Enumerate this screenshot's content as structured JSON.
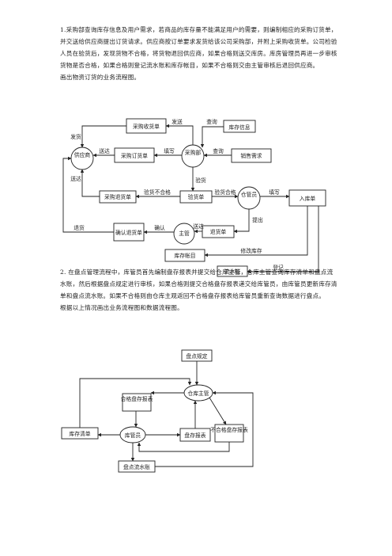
{
  "section1": {
    "paragraph": "1.采购部查询库存信息及用户需求，若商品的库存量不能满足用户的需要，则编制相应的采购订货单，并交送给供应商提出订货请求。供应商按订单要求发货给该公司采购部，并附上采购收货单。公司检验人员在验货后，发现货物不合格，将货物退回供应商，如果合格则送交库房。库房管理员再进一步审核货物是否合格，如果合格则登记流水账和库存帐目，如果不合格则交由主管审核后退回供应商。",
    "caption": "画出物资订货的业务流程图。"
  },
  "diagram1": {
    "entities": {
      "supplier": "供应商",
      "purchasing": "采购部",
      "warehouse_keeper": "仓管员",
      "supervisor": "主管"
    },
    "documents": {
      "receipt": "采购收货单",
      "order": "采购订货单",
      "return_form": "采购退货单",
      "inspection": "验货单",
      "stock_in": "入库单",
      "confirm_return": "确认退货单",
      "returned_goods": "退货单",
      "inventory_ledger": "库存帐目",
      "journal": "流水帐",
      "stock_info": "库存信息",
      "sales_demand": "销售需求"
    },
    "labels": {
      "ship_goods": "发货",
      "send1": "发送",
      "send2": "送达",
      "send3": "送达",
      "send4": "送达",
      "fill1": "填写",
      "fill2": "填写",
      "query1": "查询",
      "query2": "查询",
      "check_goods": "验货",
      "unqualified": "验货不合格",
      "qualified": "验货合格",
      "confirm": "确认",
      "submit": "提出",
      "return_goods": "退货",
      "modify_inventory": "修改库存",
      "register": "登记"
    }
  },
  "section2": {
    "paragraph": "2. 在盘点管理流程中，库管员首先编制盘存报表并提交给仓库主管，仓库主管查询库存清单和盘点流水账，然后根据盘点规定进行审核，如果合格则提交合格盘存报表递交给库管员，由库管员更新库存清单和盘点流水账。如果不合格则由仓库主观返回不合格盘存报表给库管员重新查询数据进行盘点。",
    "caption": "根据以上情况画出业务流程图和数据流程图。"
  },
  "diagram2": {
    "rule": "盘点规定",
    "manager": "仓库主管",
    "qualified_report": "合格盘存报表",
    "keeper": "库管员",
    "inventory_list": "库存清单",
    "stock_report": "盘存报表",
    "unqualified_report": "不合格盘存报表",
    "journal": "盘点流水账"
  }
}
